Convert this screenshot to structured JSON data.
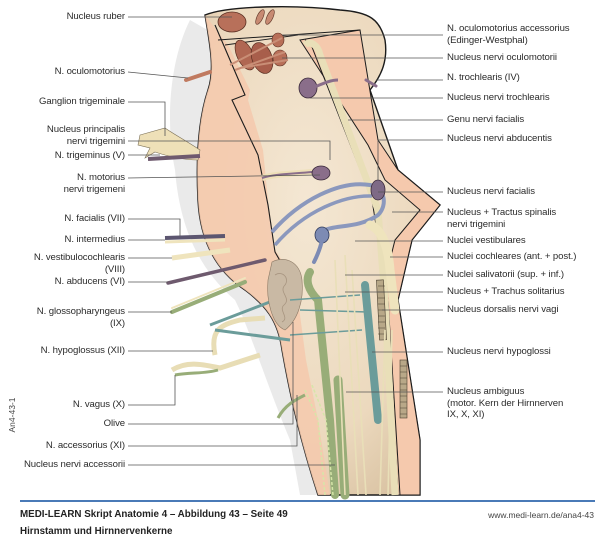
{
  "figure": {
    "title": "Hirnstamm und Hirnnervenkerne",
    "source": "MEDI-LEARN Skript Anatomie 4 – Abbildung 43 – Seite 49",
    "url": "www.medi-learn.de/ana4-43",
    "code": "An4-43-1"
  },
  "labels_left": [
    {
      "id": "nucleus-ruber",
      "text": "Nucleus ruber"
    },
    {
      "id": "n-oculomotorius",
      "text": "N. oculomotorius"
    },
    {
      "id": "ganglion-trigeminale",
      "text": "Ganglion trigeminale"
    },
    {
      "id": "nucleus-principalis",
      "text": "Nucleus principalis",
      "text2": "nervi trigemini"
    },
    {
      "id": "n-trigeminus",
      "text": "N. trigeminus (V)"
    },
    {
      "id": "n-motorius",
      "text": "N. motorius",
      "text2": "nervi trigemeni"
    },
    {
      "id": "n-facialis",
      "text": "N. facialis (VII)"
    },
    {
      "id": "n-intermedius",
      "text": "N. intermedius"
    },
    {
      "id": "n-vestibulocochlearis",
      "text": "N. vestibulocochlearis",
      "text2": "(VIII)"
    },
    {
      "id": "n-abducens",
      "text": "N. abducens (VI)"
    },
    {
      "id": "n-glossopharyngeus",
      "text": "N. glossopharyngeus",
      "text2": "(IX)"
    },
    {
      "id": "n-hypoglossus",
      "text": "N. hypoglossus (XII)"
    },
    {
      "id": "n-vagus",
      "text": "N. vagus (X)"
    },
    {
      "id": "olive",
      "text": "Olive"
    },
    {
      "id": "n-accessorius",
      "text": "N. accessorius (XI)"
    },
    {
      "id": "nucleus-nervi-accessorii",
      "text": "Nucleus nervi accessorii"
    }
  ],
  "labels_right": [
    {
      "id": "n-oculomotorius-accessorius",
      "text": "N. oculomotorius accessorius",
      "text2": "(Edinger-Westphal)"
    },
    {
      "id": "nucleus-nervi-oculomotorii",
      "text": "Nucleus nervi oculomotorii"
    },
    {
      "id": "n-trochlearis",
      "text": "N. trochlearis (IV)"
    },
    {
      "id": "nucleus-nervi-trochlearis",
      "text": "Nucleus nervi trochlearis"
    },
    {
      "id": "genu-nervi-facialis",
      "text": "Genu nervi facialis"
    },
    {
      "id": "nucleus-nervi-abducentis",
      "text": "Nucleus nervi abducentis"
    },
    {
      "id": "nucleus-nervi-facialis",
      "text": "Nucleus nervi facialis"
    },
    {
      "id": "nucleus-tractus-spinalis",
      "text": "Nucleus + Tractus spinalis",
      "text2": "nervi trigemini"
    },
    {
      "id": "nuclei-vestibulares",
      "text": "Nuclei vestibulares"
    },
    {
      "id": "nuclei-cochleares",
      "text": "Nuclei cochleares (ant. + post.)"
    },
    {
      "id": "nuclei-salivatorii",
      "text": "Nuclei salivatorii (sup. + inf.)"
    },
    {
      "id": "nucleus-tractus-solitarius",
      "text": "Nucleus + Trachus solitarius"
    },
    {
      "id": "nucleus-dorsalis-nervi-vagi",
      "text": "Nucleus dorsalis nervi vagi"
    },
    {
      "id": "nucleus-nervi-hypoglossi",
      "text": "Nucleus nervi hypoglossi"
    },
    {
      "id": "nucleus-ambiguus",
      "text": "Nucleus ambiguus",
      "text2": "(motor. Kern der Hirnnerven",
      "text3": "IX, X, XI)"
    }
  ],
  "colors": {
    "brainstem": "#f1e2cc",
    "brainstem_shadow": "#dcc6a8",
    "cut_surface": "#f5c9ad",
    "outline": "#1c1c1c",
    "nucleus_red": "#b8705a",
    "nucleus_purple": "#8a6e8a",
    "nucleus_blue": "#8b98bd",
    "nerve_cream": "#efe4bd",
    "nerve_green": "#98ad78",
    "nerve_teal": "#6b9c9a",
    "olive": "#c9b9a4",
    "leader_line": "#555555",
    "footer_rule": "#4a7ab7"
  }
}
